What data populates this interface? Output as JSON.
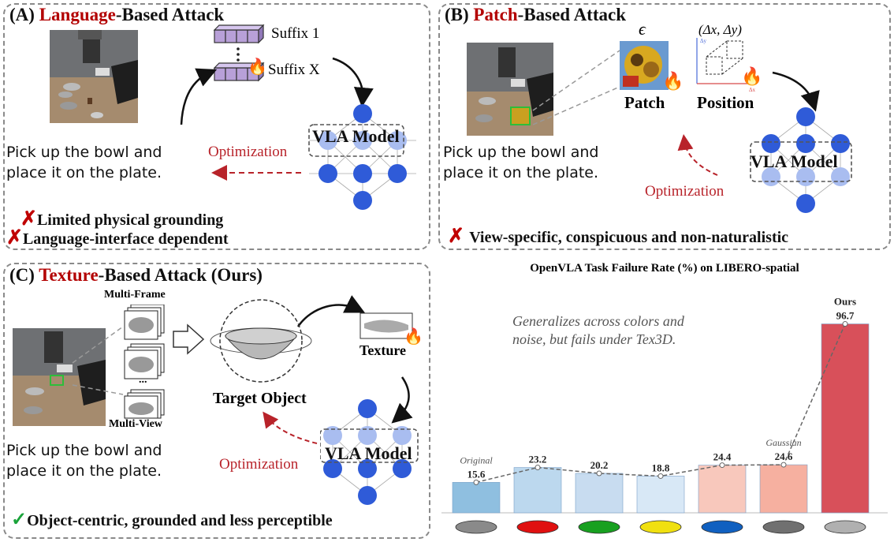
{
  "panelA": {
    "title_prefix": "(A) ",
    "title_highlight": "Language",
    "title_suffix": "-Based Attack",
    "suffix1": "Suffix 1",
    "suffixX": "Suffix X",
    "instruction_line1": "Pick up the bowl and",
    "instruction_line2": "place it on the plate.",
    "optimization": "Optimization",
    "model": "VLA Model",
    "con1": "Limited physical grounding",
    "con2": "Language-interface dependent"
  },
  "panelB": {
    "title_prefix": "(B) ",
    "title_highlight": "Patch",
    "title_suffix": "-Based Attack",
    "epsilon": "ϵ",
    "patch_label": "Patch",
    "position_label": "Position",
    "delta_label": "(Δx, Δy)",
    "axis_y": "Δy",
    "axis_x": "Δx",
    "instruction_line1": "Pick up the bowl and",
    "instruction_line2": "place it on the plate.",
    "optimization": "Optimization",
    "model": "VLA Model",
    "con1": "View-specific, conspicuous and non-naturalistic"
  },
  "panelC": {
    "title_prefix": "(C) ",
    "title_highlight": "Texture",
    "title_suffix": "-Based Attack (Ours)",
    "multi_frame": "Multi-Frame",
    "multi_view": "Multi-View",
    "dots": "...",
    "target": "Target Object",
    "texture": "Texture",
    "instruction_line1": "Pick up the bowl and",
    "instruction_line2": "place it on the plate.",
    "optimization": "Optimization",
    "model": "VLA Model",
    "pro1": "Object-centric, grounded and less perceptible"
  },
  "chart_data": {
    "type": "bar",
    "title": "OpenVLA Task Failure Rate (%) on LIBERO-spatial",
    "annotation_line1": "Generalizes across colors and",
    "annotation_line2": "noise, but fails under Tex3D.",
    "ylim": [
      0,
      105
    ],
    "values": [
      15.6,
      23.2,
      20.2,
      18.8,
      24.4,
      24.6,
      96.7
    ],
    "value_labels": [
      "15.6",
      "23.2",
      "20.2",
      "18.8",
      "24.4",
      "24.6",
      "96.7"
    ],
    "bar_top_labels": [
      "Original",
      "",
      "",
      "",
      "",
      "Gaussian",
      "Ours"
    ],
    "bowl_colors": [
      "#8a8a8a",
      "#e01010",
      "#18a020",
      "#f0e010",
      "#1060c0",
      "#707070",
      "#b0b0b0"
    ],
    "bar_fills": [
      "#8fbfe0",
      "#bcd8ee",
      "#c8dcf0",
      "#d8e8f6",
      "#f8c8bc",
      "#f6b0a0",
      "#d8505a"
    ]
  }
}
